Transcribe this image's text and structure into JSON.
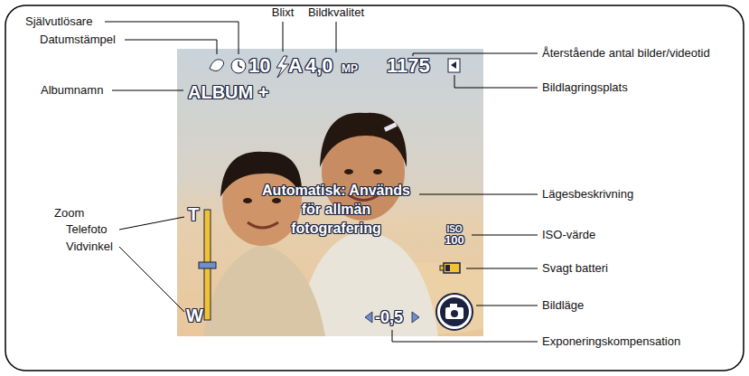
{
  "diagram": {
    "labels": [
      "Självutlösare",
      "Blixt",
      "Bildkvalitet",
      "Datumstämpel",
      "Återstående antal bilder/videotid",
      "10",
      "A",
      "4,0",
      "MP",
      "1175",
      "Bildlagringsplats",
      "Albumnamn",
      "ALBUM +",
      "Automatisk: Används för allmän fotografering",
      "Lägesbeskrivning",
      "Zoom",
      "Telefoto",
      "T",
      "ISO",
      "100",
      "ISO-värde",
      "Vidvinkel",
      "Svagt batteri",
      "Bildläge",
      "W",
      "-0,5",
      "Exponeringskompensation"
    ]
  }
}
